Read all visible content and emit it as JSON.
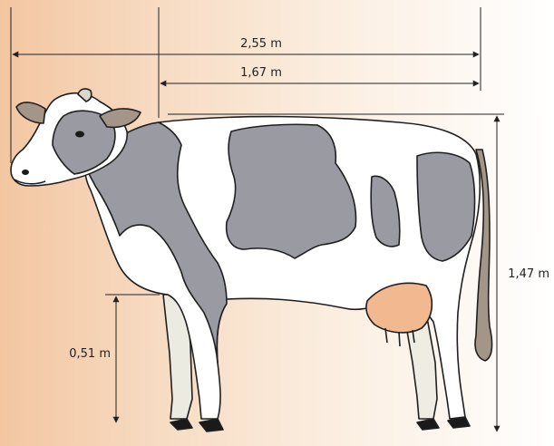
{
  "diagram": {
    "measurements": {
      "body_length": "2,55 m",
      "trunk_length": "1,67 m",
      "height": "1,47 m",
      "leg_height": "0,51 m"
    }
  },
  "colors": {
    "background_left": "#f3c6a1",
    "background_right": "#ffffff",
    "coat_white": "#ffffff",
    "coat_patch": "#9a9aa3",
    "hooves": "#1a1a1a",
    "udder": "#f2b890",
    "outline": "#1f1f1f"
  }
}
